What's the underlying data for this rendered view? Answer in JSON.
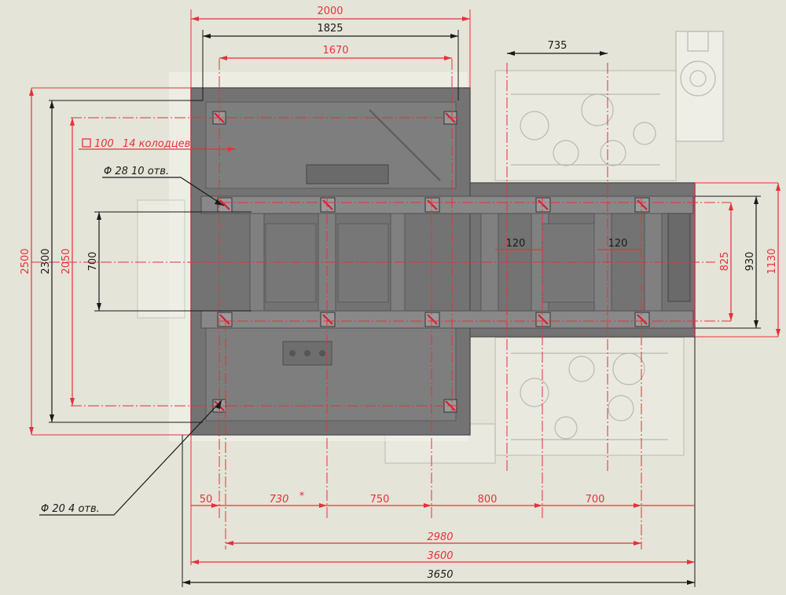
{
  "colors": {
    "background": "#e4e4d8",
    "frame": "#6f6f6f",
    "frame_dark": "#4a4a4a",
    "dim_red": "#e8303a",
    "dim_black": "#1a1a1a",
    "ghost": "#b9bab0"
  },
  "notes": {
    "wells": "14 колодцев",
    "wells_square": "100",
    "holes_28": "Φ 28   10 отв.",
    "holes_20": "Φ 20   4 отв."
  },
  "dims": {
    "top_2000": "2000",
    "top_1825": "1825",
    "top_1670": "1670",
    "top_735": "735",
    "left_2500": "2500",
    "left_2300": "2300",
    "left_2050": "2050",
    "left_700": "700",
    "right_930": "930",
    "right_825": "825",
    "right_1130": "1130",
    "inner_120_a": "120",
    "inner_120_b": "120",
    "bottom_50": "50",
    "bottom_730": "730",
    "bottom_730_mark": "*",
    "bottom_750": "750",
    "bottom_800": "800",
    "bottom_700": "700",
    "bottom_2980": "2980",
    "bottom_3600": "3600",
    "bottom_3650": "3650"
  }
}
